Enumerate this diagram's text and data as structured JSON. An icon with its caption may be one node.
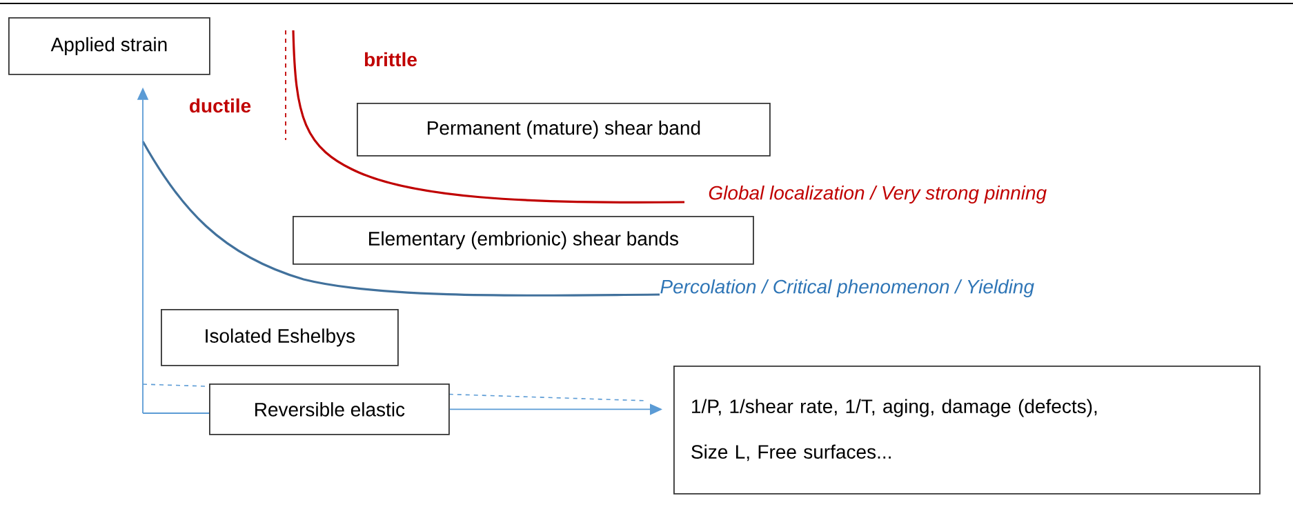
{
  "diagram": {
    "nodes": [
      {
        "text": [
          "Applied strain"
        ]
      },
      {
        "text": [
          "Permanent (mature) shear band"
        ]
      },
      {
        "text": [
          "Elementary (embrionic) shear bands"
        ]
      },
      {
        "text": [
          "Isolated Eshelbys"
        ]
      },
      {
        "text": [
          "Reversible elastic"
        ]
      },
      {
        "text": [
          "1/P, 1/shear rate, 1/T, aging, damage (defects),",
          "Size L, Free surfaces..."
        ]
      }
    ],
    "edges": [
      {
        "from": null,
        "to": 0,
        "arrow": "to"
      },
      {
        "from": null,
        "to": 4,
        "arrow": "none"
      },
      {
        "from": 4,
        "to": 5,
        "arrow": "to"
      }
    ],
    "labels": [
      "ductile",
      "brittle",
      "Global localization / Very strong pinning",
      "Percolation / Critical phenomenon / Yielding"
    ]
  }
}
